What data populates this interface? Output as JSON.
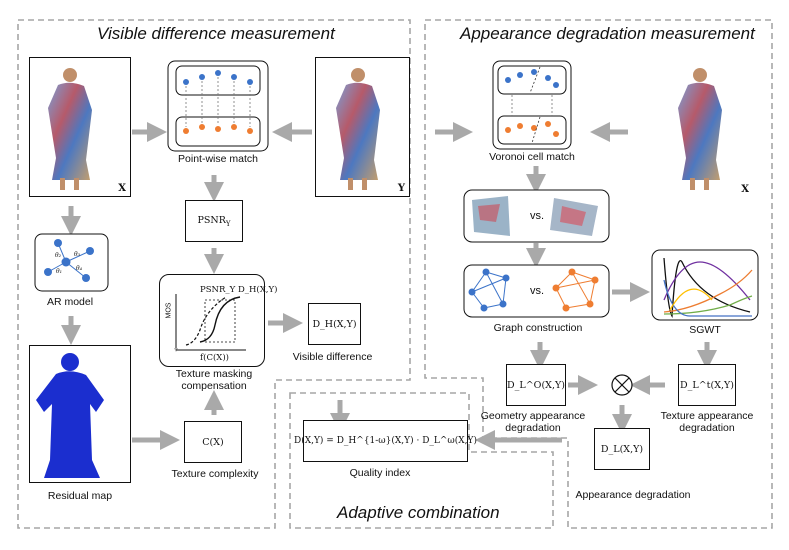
{
  "sections": {
    "visible": "Visible difference measurement",
    "appearance": "Appearance degradation measurement",
    "adaptive": "Adaptive combination"
  },
  "labels": {
    "x": "X",
    "y": "Y",
    "point_wise_match": "Point-wise match",
    "psnr": "PSNR",
    "psnr_sub": "Y",
    "ar_model": "AR model",
    "residual_map": "Residual map",
    "texture_masking_line1": "Texture masking",
    "texture_masking_line2": "compensation",
    "mos_axis": "MOS",
    "visible_difference": "Visible difference",
    "texture_complexity": "Texture complexity",
    "voronoi_cell_match": "Voronoi cell match",
    "vs1": "vs.",
    "vs2": "vs.",
    "graph_construction": "Graph construction",
    "sgwt": "SGWT",
    "geometry_line1": "Geometry appearance",
    "geometry_line2": "degradation",
    "texture_app_line1": "Texture appearance",
    "texture_app_line2": "degradation",
    "appearance_degradation": "Appearance degradation",
    "quality_index": "Quality index"
  },
  "formulas": {
    "dh": "D_H(X,Y)",
    "cx": "C(X)",
    "dlo": "D_L^O(X,Y)",
    "dlt": "D_L^t(X,Y)",
    "dl": "D_L(X,Y)",
    "quality": "D(X,Y) = D_H^{1-ω}(X,Y) · D_L^ω(X,Y)",
    "psnr_curve_label": "PSNR_Y D_H(X,Y)",
    "fcx": "f(C(X))"
  },
  "colors": {
    "arrow": "#a9a9a9",
    "dashed_border": "#a6a6a6",
    "blue_point": "#3b73c9",
    "orange_point": "#ef7d31",
    "residual": "#1b2ecf"
  }
}
